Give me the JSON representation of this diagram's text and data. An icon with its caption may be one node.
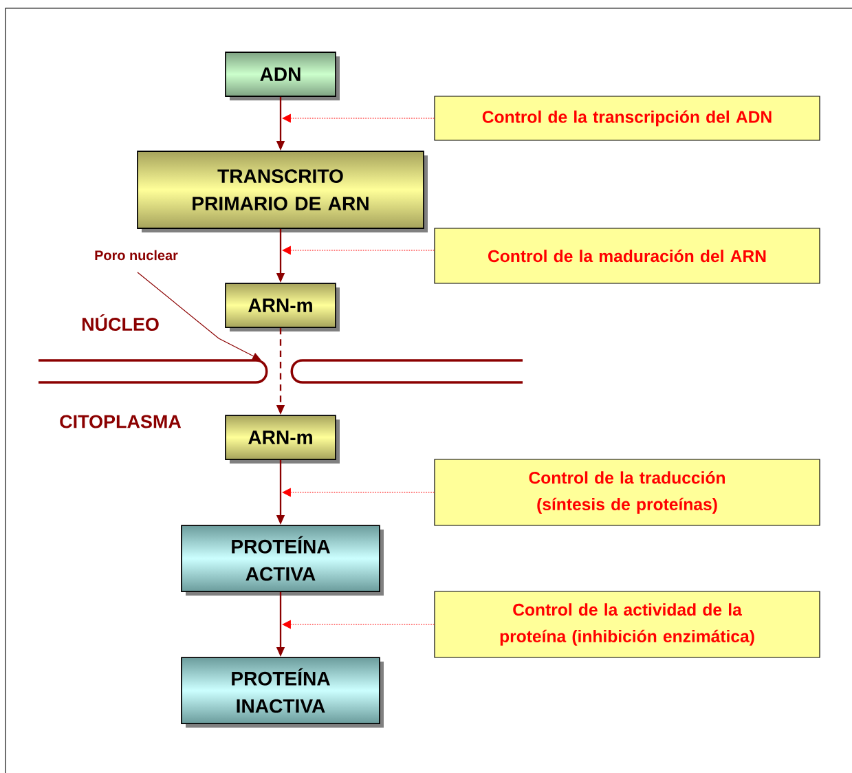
{
  "diagram": {
    "nodes": [
      {
        "text": [
          "ADN"
        ]
      },
      {
        "text": [
          "TRANSCRITO PRIMARIO DE ARN"
        ]
      },
      {
        "text": [
          "ARN-m"
        ]
      },
      {
        "text": [
          "ARN-m"
        ]
      },
      {
        "text": [
          "PROTEÍNA ACTIVA"
        ]
      },
      {
        "text": [
          "PROTEÍNA INACTIVA"
        ]
      },
      {
        "text": [
          "Control de la transcripción del ADN"
        ]
      },
      {
        "text": [
          "Control de la maduración del ARN"
        ]
      },
      {
        "text": [
          "Control de la traducción (síntesis de proteínas)"
        ]
      },
      {
        "text": [
          "Control de la actividad de la proteína (inhibición enzimática)"
        ]
      },
      {
        "text": [
          "Poro nuclear"
        ]
      },
      {
        "text": [],
        "shape": "picture"
      }
    ],
    "edges": [
      {
        "from": 0,
        "to": 1,
        "arrow": "to"
      },
      {
        "from": 1,
        "to": 2,
        "arrow": "to"
      },
      {
        "from": 2,
        "to": 3,
        "arrow": "to",
        "style": "dashed"
      },
      {
        "from": 3,
        "to": 4,
        "arrow": "to"
      },
      {
        "from": 4,
        "to": 5,
        "arrow": "to"
      },
      {
        "from": 6,
        "to": null,
        "arrow": "to",
        "style": "dashed",
        "color": "#ff0000"
      },
      {
        "from": 7,
        "to": null,
        "arrow": "to",
        "style": "dashed",
        "color": "#ff0000"
      },
      {
        "from": 8,
        "to": null,
        "arrow": "to",
        "style": "dashed",
        "color": "#ff0000"
      },
      {
        "from": 9,
        "to": null,
        "arrow": "to",
        "style": "dashed",
        "color": "#ff0000"
      },
      {
        "from": 10,
        "to": 11,
        "arrow": "to"
      }
    ],
    "labels": [
      "NÚCLEO",
      "CITOPLASMA"
    ]
  }
}
